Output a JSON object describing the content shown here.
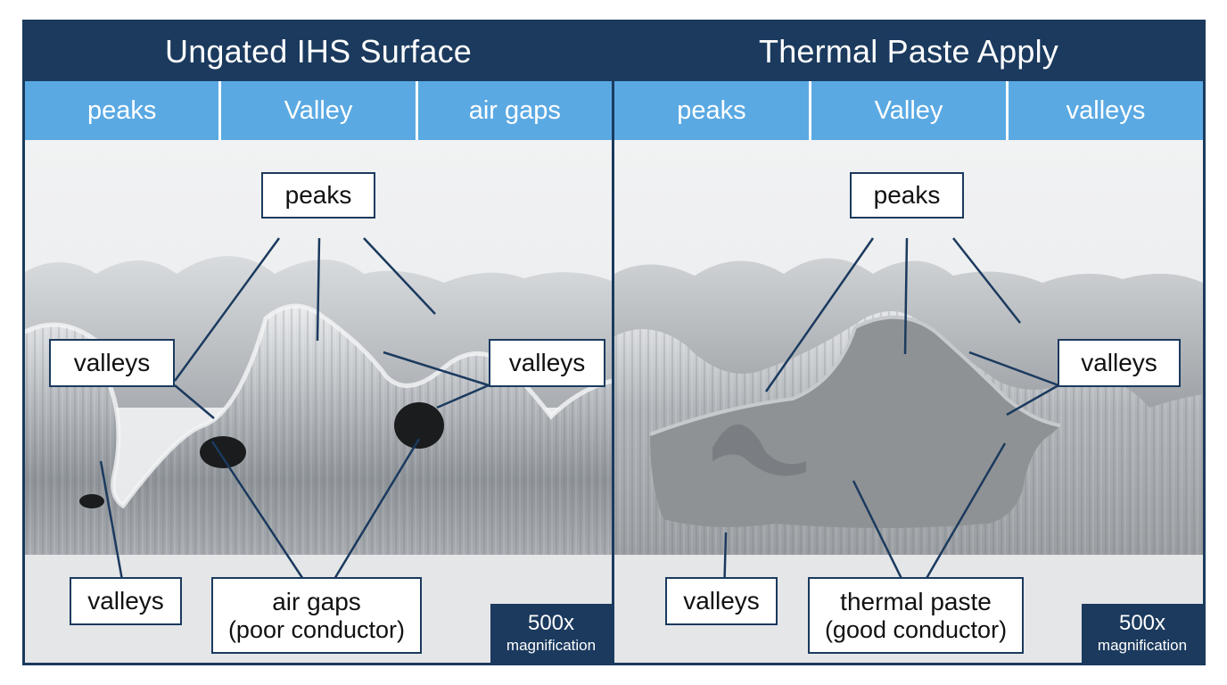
{
  "left_panel": {
    "title": "Ungated IHS Surface",
    "tabs": [
      "peaks",
      "Valley",
      "air gaps"
    ],
    "callouts": {
      "peaks": "peaks",
      "valleys_left": "valleys",
      "valleys_right": "valleys",
      "valleys_bottom": "valleys",
      "air_gaps": "air gaps",
      "air_gaps_sub": "(poor conductor)"
    },
    "magnification": {
      "value": "500x",
      "label": "magnification"
    }
  },
  "right_panel": {
    "title": "Thermal Paste Apply",
    "tabs": [
      "peaks",
      "Valley",
      "valleys"
    ],
    "callouts": {
      "peaks": "peaks",
      "valleys_right": "valleys",
      "valleys_bottom": "valleys",
      "thermal_paste": "thermal paste",
      "thermal_paste_sub": "(good conductor)"
    },
    "magnification": {
      "value": "500x",
      "label": "magnification"
    }
  },
  "colors": {
    "header": "#1b3a5e",
    "tab": "#5aa9e3",
    "metal": "#b4b8bd",
    "paste": "#8f9295"
  }
}
